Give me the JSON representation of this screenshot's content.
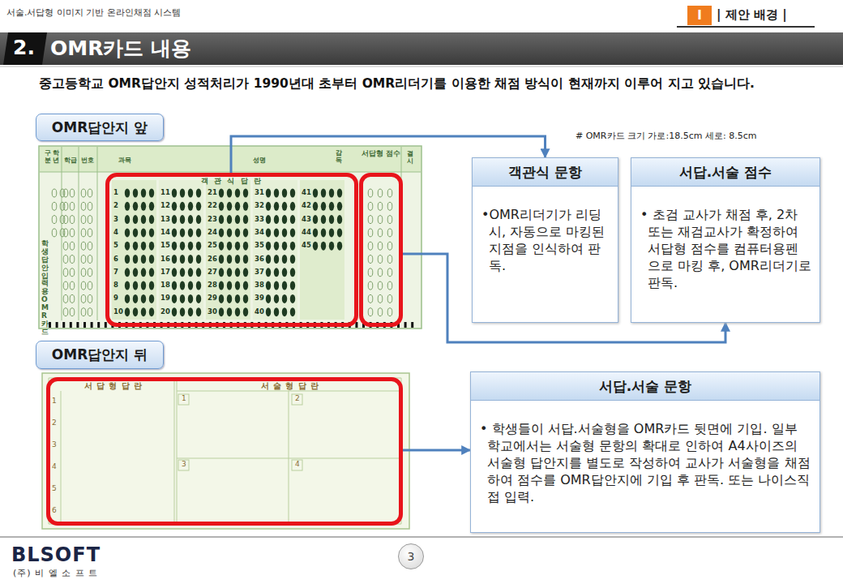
{
  "diagram": {
    "title": "OMR카드 내용",
    "nodes": [
      {
        "text": [
          "Ⅰ"
        ]
      },
      {
        "text": [
          "OMR답안지 앞"
        ]
      },
      {
        "text": [
          "객 관 식 답 란"
        ]
      },
      {
        "text": [
          "서답형 점수"
        ]
      },
      {
        "text": [
          "객관식 문항",
          "•OMR리더기가 리딩시, 자동으로 마킹된 지점을 인식하여 판독."
        ]
      },
      {
        "text": [
          "서답.서술 점수",
          "• 초검 교사가 채점 후, 2차 또는 재검교사가 확정하여 서답형 점수를 컴퓨터용펜으로 마킹 후, OMR리더기로 판독."
        ]
      },
      {
        "text": [
          "OMR답안지 뒤"
        ]
      },
      {
        "text": [
          "서 답 형 답 란",
          "서 술 형 답 란"
        ]
      },
      {
        "text": [
          "서답.서술 문항",
          "• 학생들이 서답.서술형을 OMR카드 뒷면에 기입. 일부 학교에서는 서술형 문항의 확대로 인하여 A4사이즈의 서술형 답안지를 별도로 작성하여 교사가 서술형을 채점하여 점수를 OMR답안지에 기입 후 판독. 또는 나이스직접 입력."
        ]
      },
      {
        "text": [
          "3"
        ]
      }
    ],
    "edges": [
      {
        "from": 2,
        "to": 4,
        "arrow": "to"
      },
      {
        "from": 3,
        "to": 5,
        "arrow": "to"
      },
      {
        "from": 7,
        "to": 8,
        "arrow": "to"
      }
    ],
    "labels": [
      "서술.서답형 이미지 기반 온라인채점 시스템",
      "| 제안 배경 |",
      "2.",
      "중고등학교 OMR답안지 성적처리가 1990년대 초부터 OMR리더기를 이용한 채점 방식이 현재까지 이루어 지고 있습니다.",
      "# OMR카드 크기 가로:18.5cm 세로: 8.5cm",
      "구분",
      "학년",
      "학급",
      "번호",
      "과목",
      "성명",
      "감독",
      "결시",
      "학생답안입력용OMR카드",
      "1",
      "2",
      "3",
      "4",
      "5",
      "6",
      "7",
      "8",
      "9",
      "10",
      "11",
      "12",
      "13",
      "14",
      "15",
      "16",
      "17",
      "18",
      "19",
      "20",
      "21",
      "22",
      "23",
      "24",
      "25",
      "26",
      "27",
      "28",
      "29",
      "30",
      "31",
      "32",
      "33",
      "34",
      "35",
      "36",
      "37",
      "38",
      "39",
      "40",
      "41",
      "42",
      "43",
      "44",
      "45",
      "1",
      "2",
      "3",
      "4",
      "5",
      "6",
      "1",
      "2",
      "3",
      "4",
      "BLSOFT",
      "(주) 비 엘 소 프 트"
    ]
  }
}
